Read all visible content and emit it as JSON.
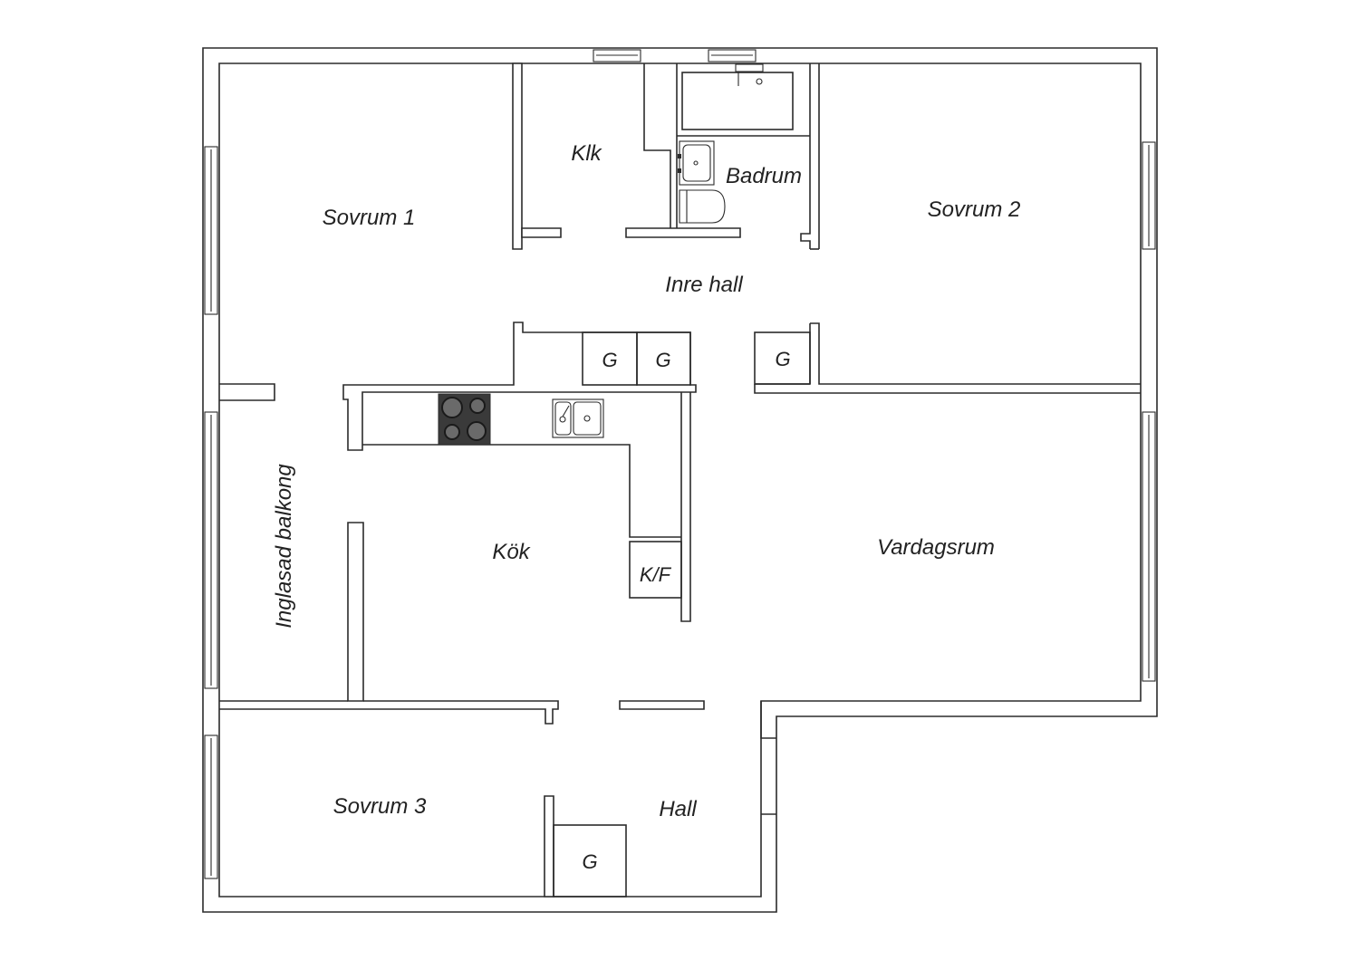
{
  "rooms": {
    "sovrum1": "Sovrum 1",
    "klk": "Klk",
    "badrum": "Badrum",
    "sovrum2": "Sovrum 2",
    "inre_hall": "Inre hall",
    "inglasad_balkong": "Inglasad balkong",
    "kok": "Kök",
    "vardagsrum": "Vardagsrum",
    "sovrum3": "Sovrum 3",
    "hall": "Hall"
  },
  "fixtures": {
    "garderob_1": "G",
    "garderob_2": "G",
    "garderob_3": "G",
    "garderob_4": "G",
    "kyl_frys": "K/F"
  },
  "colors": {
    "wall_stroke": "#2b2b2b",
    "stove": "#3a3a3a"
  }
}
